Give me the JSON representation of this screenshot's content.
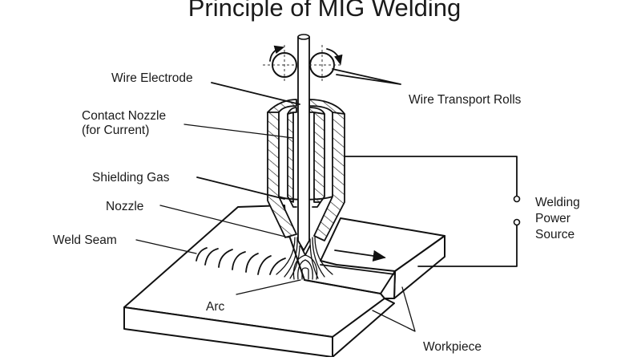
{
  "title": "Principle of MIG Welding",
  "labels": {
    "wire_electrode": "Wire Electrode",
    "wire_transport_rolls": "Wire Transport Rolls",
    "contact_nozzle_line1": "Contact Nozzle",
    "contact_nozzle_line2": "(for Current)",
    "shielding_gas": "Shielding Gas",
    "nozzle": "Nozzle",
    "weld_seam": "Weld Seam",
    "welding_power_source_line1": "Welding",
    "welding_power_source_line2": "Power",
    "welding_power_source_line3": "Source",
    "arc": "Arc",
    "workpiece": "Workpiece"
  },
  "icons": {
    "welding_direction": "arrow-right-icon",
    "roll_rotation": "curved-arrow-icon",
    "power_terminal": "terminal-circle-icon"
  }
}
